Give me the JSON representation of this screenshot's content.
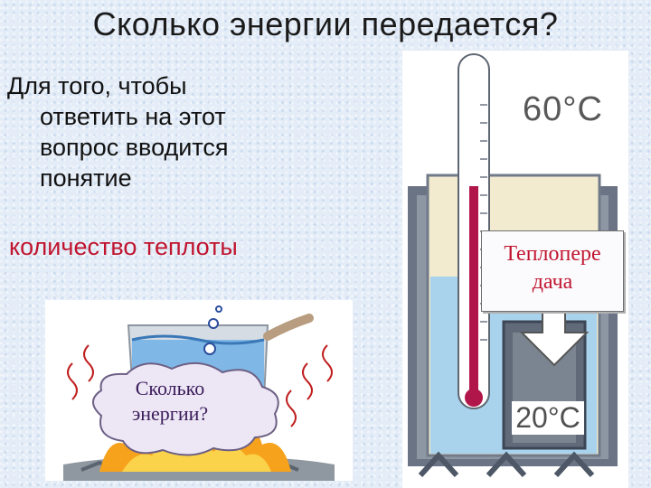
{
  "slide": {
    "title": "Сколько энергии передается?",
    "intro_lines": [
      "Для того, чтобы",
      "ответить на этот",
      "вопрос вводится",
      "понятие"
    ],
    "term": "количество теплоты"
  },
  "pot_illustration": {
    "cloud_lines": [
      "Сколько",
      "энергии?"
    ]
  },
  "calorimeter": {
    "upper_temp": "60°C",
    "lower_temp": "20°C",
    "transfer_label_lines": [
      "Теплопере",
      "дача"
    ]
  },
  "colors": {
    "term_red": "#c0152f",
    "water_blue": "#a9d3ec",
    "thermometer_red": "#b0164a",
    "cloud_text": "#3a1b5a"
  }
}
